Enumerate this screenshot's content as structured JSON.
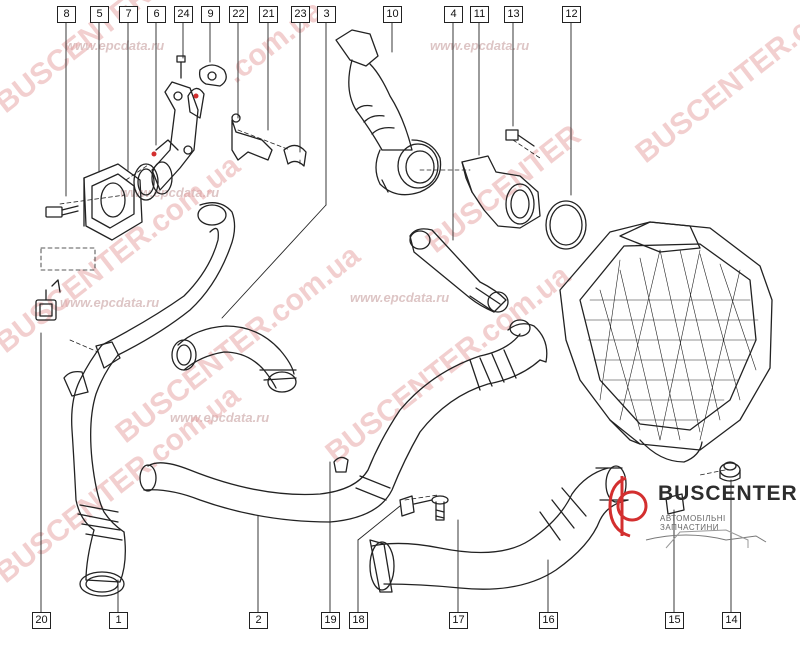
{
  "callouts": {
    "c8": "8",
    "c5": "5",
    "c7": "7",
    "c6": "6",
    "c24": "24",
    "c9": "9",
    "c22": "22",
    "c21": "21",
    "c23": "23",
    "c3": "3",
    "c10": "10",
    "c4": "4",
    "c11": "11",
    "c13": "13",
    "c12": "12",
    "c20": "20",
    "c1": "1",
    "c2": "2",
    "c19": "19",
    "c18": "18",
    "c17": "17",
    "c16": "16",
    "c15": "15",
    "c14": "14"
  },
  "watermarks": {
    "buscenter": "BUSCENTER",
    "buscenter_com": "BUSCENTER.com.ua",
    "com_ua": ".com.ua",
    "epcdata": "www.epcdata.ru"
  },
  "logo": {
    "title": "BUSCENTER",
    "subtitle": "АВТОМОБІЛЬНІ ЗАПЧАСТИНИ"
  },
  "colors": {
    "line": "#222222",
    "watermark": "#e8a9a9",
    "accent": "#d32f2f"
  }
}
